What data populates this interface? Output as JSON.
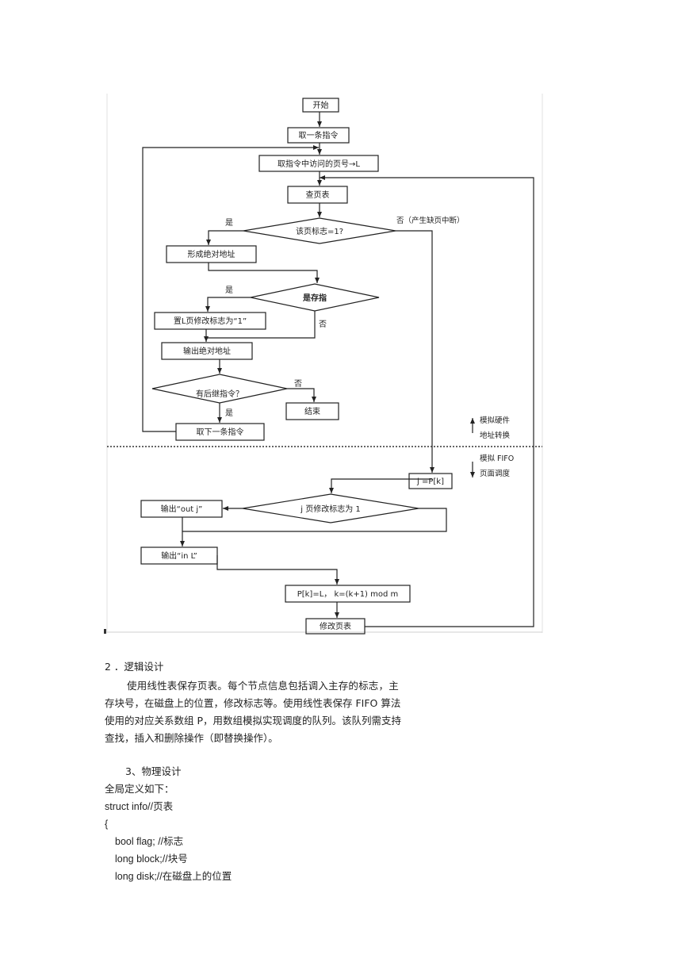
{
  "flowchart": {
    "start": "开始",
    "fetch_instruction": "取一条指令",
    "page_to_L": "取指令中访问的页号→L",
    "lookup_table": "查页表",
    "present_decision": "该页标志=1?",
    "yes1": "是",
    "no1": "否（产生缺页中断）",
    "form_address": "形成绝对地址",
    "yes2": "是",
    "store_decision": "是存指",
    "set_modify_flag": "置L页修改标志为“1”",
    "no2": "否",
    "output_address": "输出绝对地址",
    "more_decision": "有后继指令？",
    "no3": "否",
    "end": "结束",
    "yes3": "是",
    "fetch_next": "取下一条指令",
    "side_hw_1": "模拟硬件",
    "side_hw_2": "地址转换",
    "side_fifo_1": "模拟 FIFO",
    "side_fifo_2": "页面调度",
    "j_assign": "j =P[k]",
    "modified_decision": "j 页修改标志为 1",
    "output_out": "输出“out   j”",
    "output_in": "输出“in   L”",
    "update_pk": "P[k]=L， k=(k+1) mod m",
    "modify_table": "修改页表"
  },
  "doc": {
    "heading2": "2 ．逻辑设计",
    "para1_line1": "使用线性表保存页表。每个节点信息包括调入主存的标志，主",
    "para1_line2": "存块号，在磁盘上的位置，修改标志等。使用线性表保存 FIFO  算法",
    "para1_line3": "使用的对应关系数组 P，用数组模拟实现调度的队列。该队列需支持",
    "para1_line4": "查找，插入和删除操作（即替换操作）。",
    "heading3": "3、物理设计",
    "global_def": "全局定义如下：",
    "code1": "struct info//页表",
    "code2": "{",
    "code3": "bool flag; //标志",
    "code4": "long block;//块号",
    "code5": "long disk;//在磁盘上的位置"
  }
}
